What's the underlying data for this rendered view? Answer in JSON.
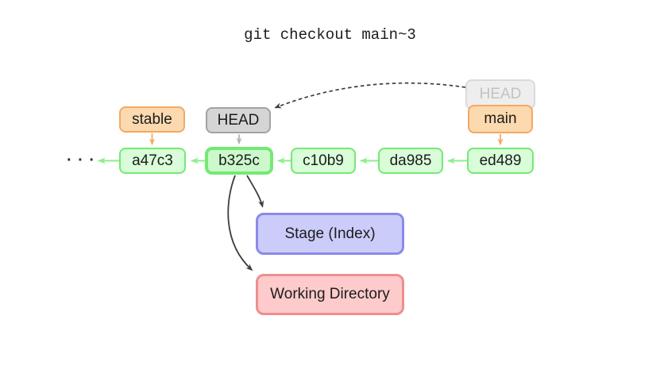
{
  "title": "git checkout main~3",
  "refs": {
    "stable": "stable",
    "head": "HEAD",
    "head_faded": "HEAD",
    "main": "main"
  },
  "commits": [
    "a47c3",
    "b325c",
    "c10b9",
    "da985",
    "ed489"
  ],
  "areas": {
    "stage": "Stage (Index)",
    "workdir": "Working Directory"
  },
  "ellipsis": "· · ·",
  "colors": {
    "text": "#1c1c1c",
    "commit-fill": "#d9fcd9",
    "commit-border": "#74e974",
    "head-commit-fill": "#ccf9cc",
    "arrow-green": "#8dee8d",
    "branch-fill": "#fcd9ae",
    "branch-border": "#f4a963",
    "arrow-orange": "#f4a963",
    "head-fill": "#d5d5d5",
    "head-border": "#a3a3a3",
    "faded-fill": "#eeeeee",
    "faded-border": "#dadada",
    "faded-text": "#c3c3c3",
    "stage-fill": "#ccccfa",
    "stage-border": "#8a8aea",
    "workdir-fill": "#fdcbcb",
    "workdir-border": "#ef8e8e",
    "arrow-dark": "#3d3d3d",
    "arrow-gray": "#b2b2b2"
  }
}
